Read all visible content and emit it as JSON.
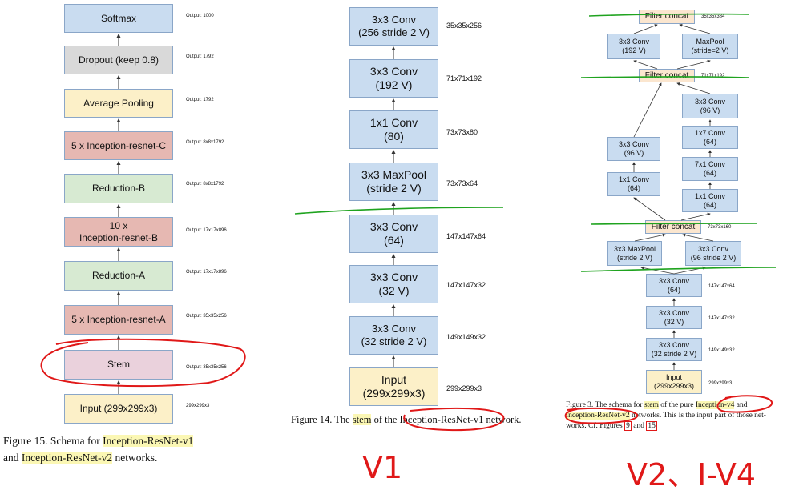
{
  "left": {
    "boxes": [
      "Softmax",
      "Dropout (keep 0.8)",
      "Average Pooling",
      "5 x Inception-resnet-C",
      "Reduction-B",
      "10 x\nInception-resnet-B",
      "Reduction-A",
      "5 x Inception-resnet-A",
      "Stem",
      "Input (299x299x3)"
    ],
    "outputs": [
      "Output: 1000",
      "Output: 1792",
      "Output: 1792",
      "Output: 8x8x1792",
      "Output: 8x8x1792",
      "Output: 17x17x896",
      "Output: 17x17x896",
      "Output: 35x35x256",
      "Output: 35x35x256",
      "299x299x3"
    ],
    "caption": {
      "prefix": "Figure 15. Schema for ",
      "highlight1": "Inception-ResNet-v1",
      "mid": " and ",
      "highlight2": "Inception-ResNet-v2",
      "suffix": " networks."
    }
  },
  "middle": {
    "boxes": [
      "3x3 Conv\n(256 stride 2 V)",
      "3x3 Conv\n(192 V)",
      "1x1 Conv\n(80)",
      "3x3 MaxPool\n(stride 2 V)",
      "3x3 Conv\n(64)",
      "3x3 Conv\n(32 V)",
      "3x3 Conv\n(32 stride 2 V)",
      "Input\n(299x299x3)"
    ],
    "outputs": [
      "35x35x256",
      "71x71x192",
      "73x73x80",
      "73x73x64",
      "147x147x64",
      "147x147x32",
      "149x149x32",
      "299x299x3"
    ],
    "caption": {
      "prefix": "Figure 14. The ",
      "stem": "stem",
      "mid": " of the ",
      "name": "Inception-ResNet-v1",
      "suffix": " network."
    }
  },
  "right": {
    "filter_concat": "Filter concat",
    "top_concat_size": "35x35x384",
    "mid_concat_size": "71x71x192",
    "low_concat_size": "73x73x160",
    "top_branches": [
      "3x3 Conv\n(192 V)",
      "MaxPool\n(stride=2 V)"
    ],
    "left_branch": [
      "3x3 Conv\n(96 V)",
      "1x1 Conv\n(64)"
    ],
    "right_branch": [
      "3x3 Conv\n(96 V)",
      "1x7 Conv\n(64)",
      "7x1 Conv\n(64)",
      "1x1 Conv\n(64)"
    ],
    "low_branches": [
      "3x3 MaxPool\n(stride 2 V)",
      "3x3 Conv\n(96 stride 2 V)"
    ],
    "stem_boxes": [
      "3x3 Conv\n(64)",
      "3x3 Conv\n(32 V)",
      "3x3 Conv\n(32 stride 2 V)",
      "Input\n(299x299x3)"
    ],
    "stem_outputs": [
      "147x147x64",
      "147x147x32",
      "149x149x32",
      "299x299x3"
    ],
    "caption": {
      "line1_a": "Figure 3. The schema for ",
      "stem": "stem",
      "line1_b": " of the pure ",
      "v4": "Inception-v4",
      "line1_c": " and",
      "v2": "Inception-ResNet-v2",
      "line2_b": " networks. This is the input part of those net-",
      "line3_a": "works. Cf. Figures ",
      "fig9": "9",
      "line3_b": " and ",
      "fig15": "15"
    }
  },
  "handwriting": {
    "v1": "V1",
    "v2": "V2、I-V4"
  }
}
